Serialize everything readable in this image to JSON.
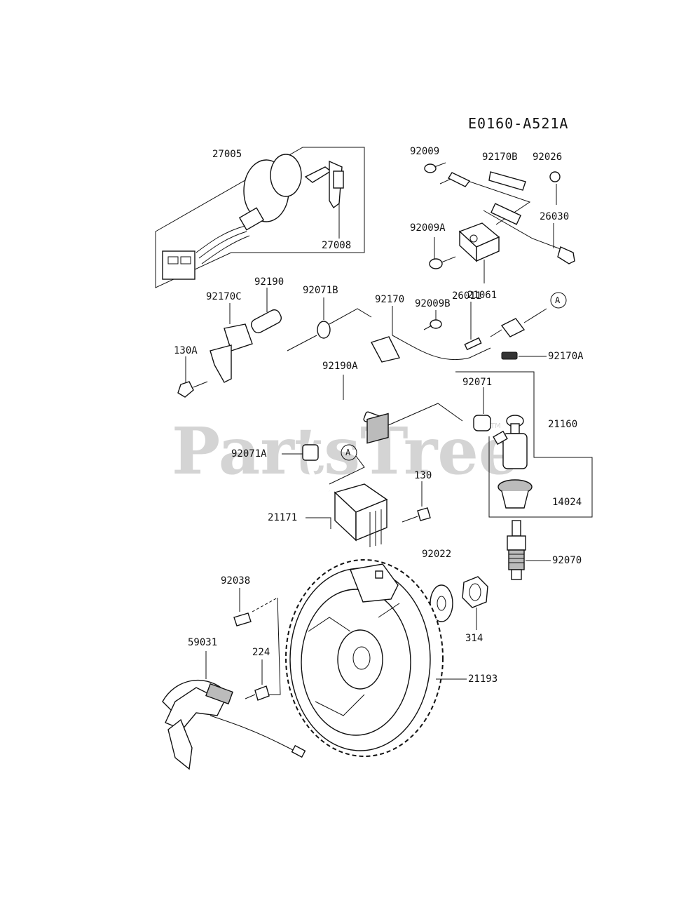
{
  "diagram": {
    "code": "E0160-A521A",
    "watermark": "PartsTree",
    "watermark_tm": "TM",
    "ref_marker": "A",
    "labels": {
      "p27005": "27005",
      "p27008": "27008",
      "p92009": "92009",
      "p92170B": "92170B",
      "p92026": "92026",
      "p26030": "26030",
      "p92009A": "92009A",
      "p21061": "21061",
      "p92190": "92190",
      "p92170C": "92170C",
      "p92071B": "92071B",
      "p92170": "92170",
      "p92009B": "92009B",
      "p26011": "26011",
      "p130A": "130A",
      "p92170A": "92170A",
      "p92190A": "92190A",
      "p92071": "92071",
      "p21160": "21160",
      "p92071A": "92071A",
      "p14024": "14024",
      "p130": "130",
      "p21171": "21171",
      "p92022": "92022",
      "p92070": "92070",
      "p92038": "92038",
      "p314": "314",
      "p59031": "59031",
      "p224": "224",
      "p21193": "21193"
    }
  }
}
